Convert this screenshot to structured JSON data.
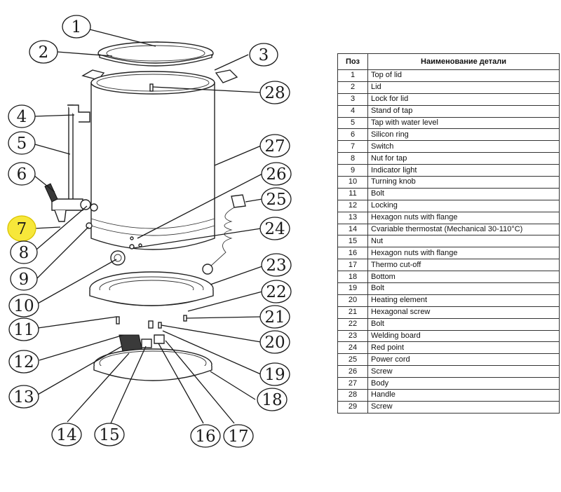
{
  "table": {
    "header": {
      "pos": "Поз",
      "name": "Наименование детали"
    },
    "rows": [
      {
        "pos": "1",
        "name": "Top of lid"
      },
      {
        "pos": "2",
        "name": "Lid"
      },
      {
        "pos": "3",
        "name": "Lock for lid"
      },
      {
        "pos": "4",
        "name": "Stand of tap"
      },
      {
        "pos": "5",
        "name": "Tap with water level"
      },
      {
        "pos": "6",
        "name": "Silicon ring"
      },
      {
        "pos": "7",
        "name": "Switch"
      },
      {
        "pos": "8",
        "name": "Nut for tap"
      },
      {
        "pos": "9",
        "name": "Indicator light"
      },
      {
        "pos": "10",
        "name": "Turning knob"
      },
      {
        "pos": "11",
        "name": "Bolt"
      },
      {
        "pos": "12",
        "name": "Locking"
      },
      {
        "pos": "13",
        "name": "Hexagon nuts with flange"
      },
      {
        "pos": "14",
        "name": "Cvariable thermostat (Mechanical 30-110°C)"
      },
      {
        "pos": "15",
        "name": "Nut"
      },
      {
        "pos": "16",
        "name": "Hexagon nuts with flange"
      },
      {
        "pos": "17",
        "name": "Thermo cut-off"
      },
      {
        "pos": "18",
        "name": "Bottom"
      },
      {
        "pos": "19",
        "name": "Bolt"
      },
      {
        "pos": "20",
        "name": "Heating element"
      },
      {
        "pos": "21",
        "name": "Hexagonal screw"
      },
      {
        "pos": "22",
        "name": "Bolt"
      },
      {
        "pos": "23",
        "name": "Welding board"
      },
      {
        "pos": "24",
        "name": "Red point"
      },
      {
        "pos": "25",
        "name": "Power cord"
      },
      {
        "pos": "26",
        "name": "Screw"
      },
      {
        "pos": "27",
        "name": "Body"
      },
      {
        "pos": "28",
        "name": "Handle"
      },
      {
        "pos": "29",
        "name": "Screw"
      }
    ]
  },
  "callouts": [
    "1",
    "2",
    "3",
    "4",
    "5",
    "6",
    "7",
    "8",
    "9",
    "10",
    "11",
    "12",
    "13",
    "14",
    "15",
    "16",
    "17",
    "18",
    "19",
    "20",
    "21",
    "22",
    "23",
    "24",
    "25",
    "26",
    "27",
    "28"
  ],
  "highlight": {
    "callout": "7",
    "color": "#f7e73a"
  }
}
